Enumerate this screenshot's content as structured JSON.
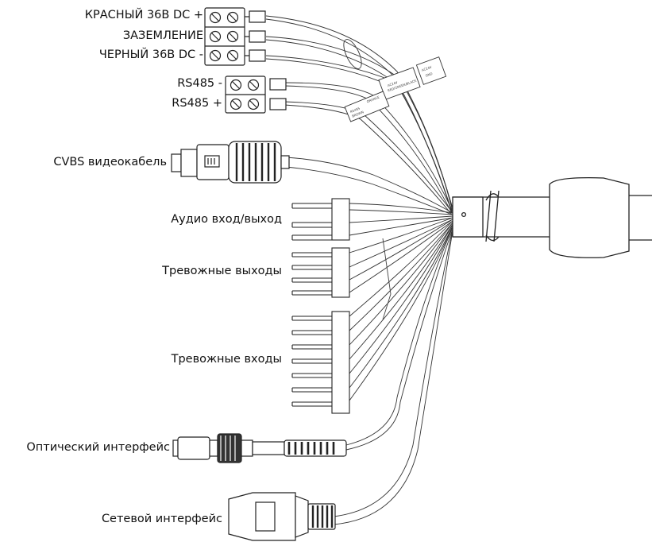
{
  "labels": {
    "red_dc": "КРАСНЫЙ 36В DC +",
    "ground": "ЗАЗЕМЛЕНИЕ",
    "black_dc": "ЧЕРНЫЙ 36В DC -",
    "rs485_minus": "RS485 -",
    "rs485_plus": "RS485 +",
    "cvbs": "CVBS видеокабель",
    "audio": "Аудио вход/выход",
    "alarm_out": "Тревожные выходы",
    "alarm_in": "Тревожные входы",
    "optical": "Оптический интерфейс",
    "network": "Сетевой интерфейс"
  },
  "tags": {
    "power_tag": [
      "AC24V",
      "RED/GREEN/BLACK"
    ],
    "power_tag_small": [
      "AC24V",
      "GND"
    ],
    "rs485_tag": [
      "RS485",
      "BROWN",
      "ORANGE"
    ]
  },
  "colors": {
    "line": "#222222",
    "background": "#ffffff"
  }
}
